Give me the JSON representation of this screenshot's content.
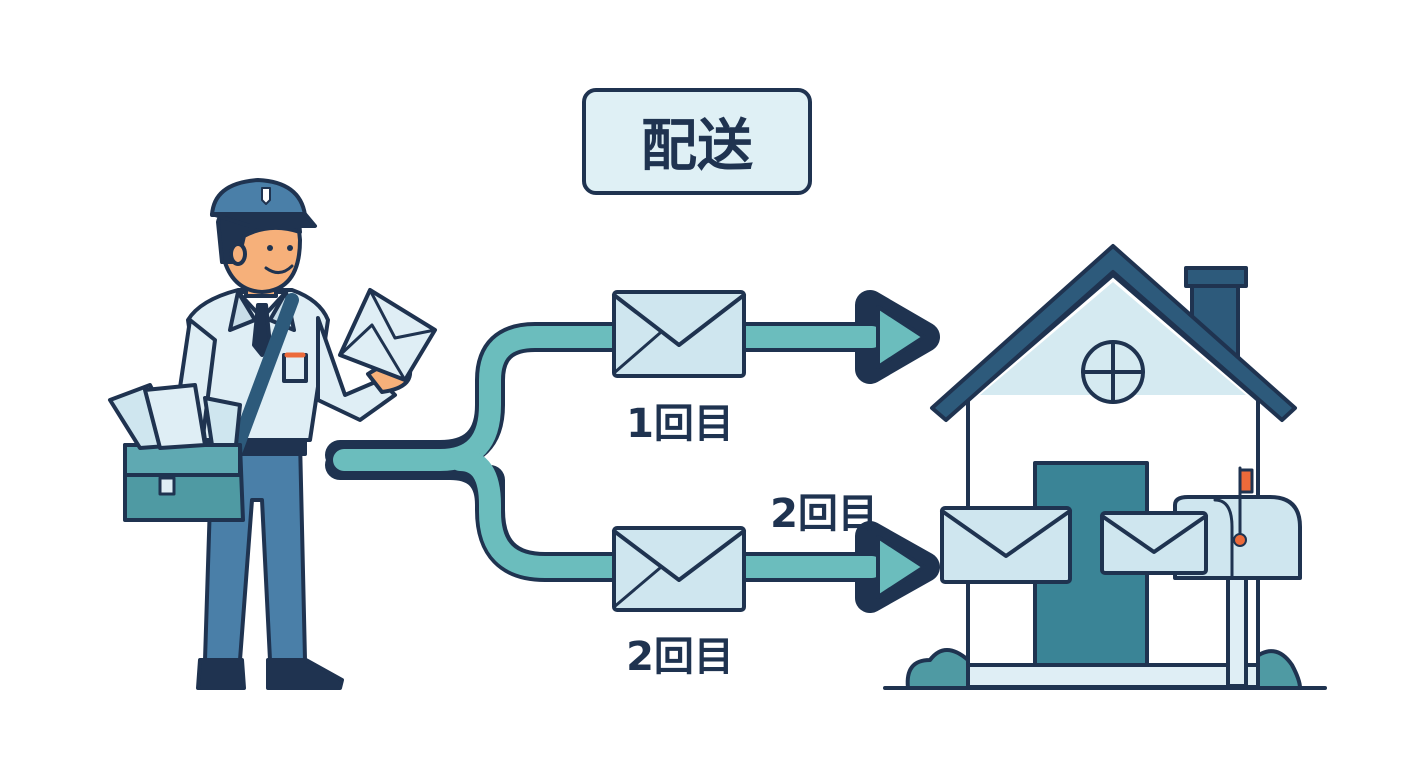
{
  "title": "配送",
  "labels": {
    "upper_route": "1回目",
    "lower_route": "2回目",
    "lower_route_repeat": "2回目"
  },
  "colors": {
    "outline": "#1f3350",
    "route": "#6bbdbd",
    "navy": "#2d5a7b",
    "teal": "#4f9aa3",
    "envelope": "#cfe6ef",
    "door": "#3a8496",
    "flag": "#ec6a3a",
    "title_bg": "#dff0f5"
  },
  "icons": [
    "mail-carrier",
    "envelope-icon",
    "house-icon",
    "mailbox-icon",
    "arrow-icon"
  ]
}
